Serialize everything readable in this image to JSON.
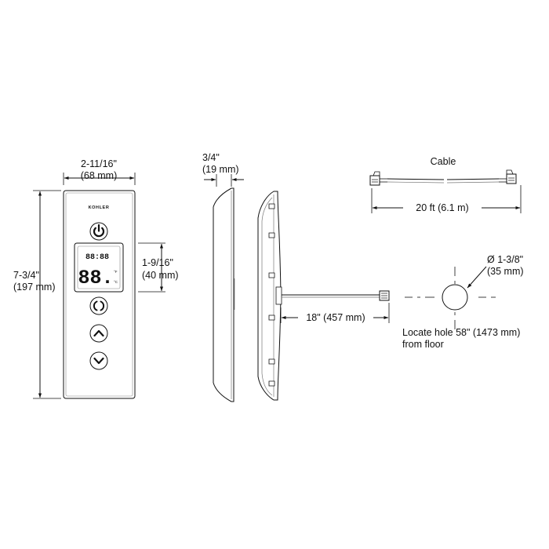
{
  "brand": "KOHLER",
  "display": {
    "small_digits": "88:88",
    "large_digits": "88.",
    "unit_top": "°F",
    "unit_bottom": "°C"
  },
  "dimensions": {
    "width": {
      "line1": "2-11/16\"",
      "line2": "(68 mm)"
    },
    "height": {
      "line1": "7-3/4\"",
      "line2": "(197 mm)"
    },
    "display_height": {
      "line1": "1-9/16\"",
      "line2": "(40 mm)"
    },
    "depth": {
      "line1": "3/4\"",
      "line2": "(19 mm)"
    },
    "cable_length": "20 ft (6.1 m)",
    "cable_extension": "18\" (457 mm)",
    "hole_diameter": {
      "line1": "Ø 1-3/8\"",
      "line2": "(35 mm)"
    }
  },
  "labels": {
    "cable": "Cable",
    "locate_hole_line1": "Locate hole 58\" (1473 mm)",
    "locate_hole_line2": "from floor"
  },
  "icons": [
    "power-icon",
    "cycle-icon",
    "chevron-up-icon",
    "chevron-down-icon",
    "rj-connector-icon",
    "mounting-hole-icon"
  ]
}
